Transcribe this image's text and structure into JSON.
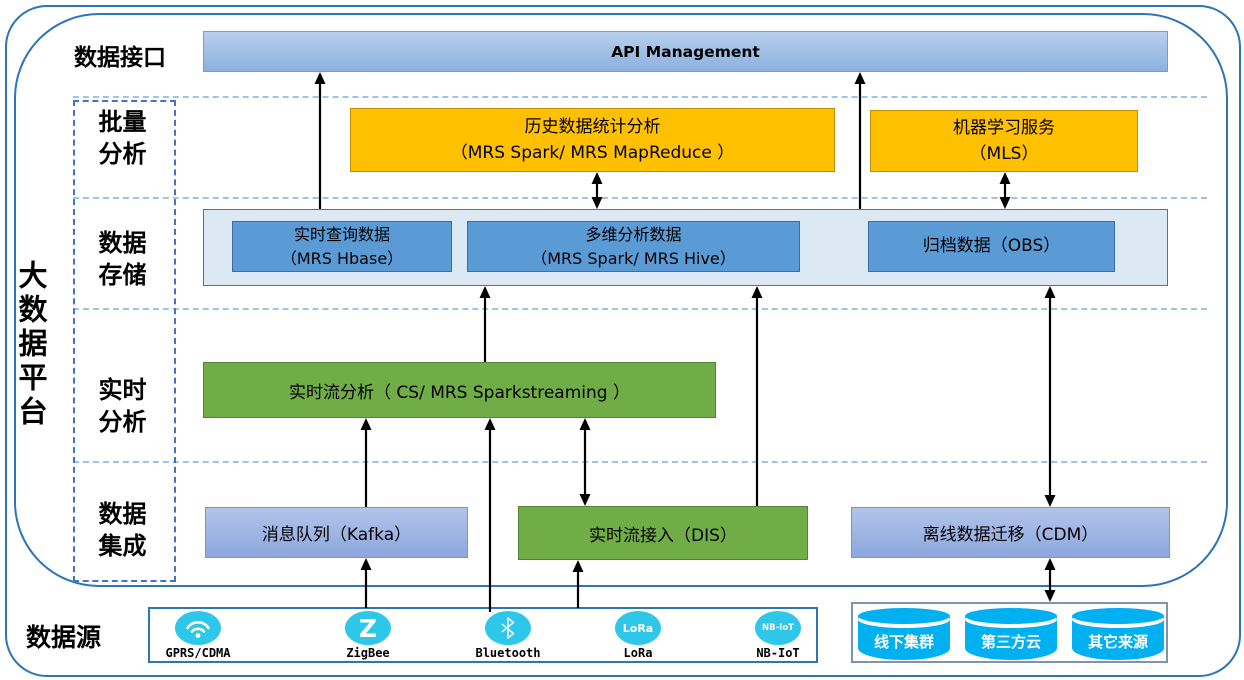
{
  "platform": {
    "title": "大数据平台"
  },
  "row_labels": {
    "interface": "数据接口",
    "batch": "批量\n分析",
    "storage": "数据\n存储",
    "realtime": "实时\n分析",
    "integration": "数据\n集成"
  },
  "api_bar": {
    "label": "API Management"
  },
  "batch": {
    "history": {
      "line1": "历史数据统计分析",
      "line2": "（MRS Spark/ MRS MapReduce ）"
    },
    "mls": {
      "line1": "机器学习服务",
      "line2": "（MLS）"
    }
  },
  "storage": {
    "hbase": {
      "line1": "实时查询数据",
      "line2": "（MRS Hbase）"
    },
    "hive": {
      "line1": "多维分析数据",
      "line2": "（MRS Spark/ MRS Hive）"
    },
    "obs": {
      "label": "归档数据（OBS）"
    }
  },
  "realtime": {
    "stream": {
      "label": "实时流分析（ CS/ MRS Sparkstreaming ）"
    }
  },
  "integration": {
    "kafka": {
      "label": "消息队列（Kafka）"
    },
    "dis": {
      "label": "实时流接入（DIS）"
    },
    "cdm": {
      "label": "离线数据迁移（CDM）"
    }
  },
  "sources": {
    "label": "数据源",
    "iot": [
      {
        "icon": "wifi-icon",
        "label": "GPRS/CDMA"
      },
      {
        "icon": "zigbee-icon",
        "icon_text": "Z",
        "label": "ZigBee"
      },
      {
        "icon": "bluetooth-icon",
        "label": "Bluetooth"
      },
      {
        "icon": "lora-icon",
        "icon_text": "LoRa",
        "label": "LoRa"
      },
      {
        "icon": "nbiot-icon",
        "icon_text": "NB-IoT",
        "label": "NB-IoT"
      }
    ],
    "clusters": [
      {
        "label": "线下集群"
      },
      {
        "label": "第三方云"
      },
      {
        "label": "其它来源"
      }
    ]
  },
  "colors": {
    "accent_blue": "#2E75B6",
    "orange": "#FFC000",
    "storage_bg": "#DDE8F5",
    "box_blue": "#5B9BD5",
    "green": "#70AD47",
    "lavender": "#A3B8E4",
    "icon_cyan": "#2EC6E9",
    "cylinder_cyan": "#00B0F0"
  }
}
